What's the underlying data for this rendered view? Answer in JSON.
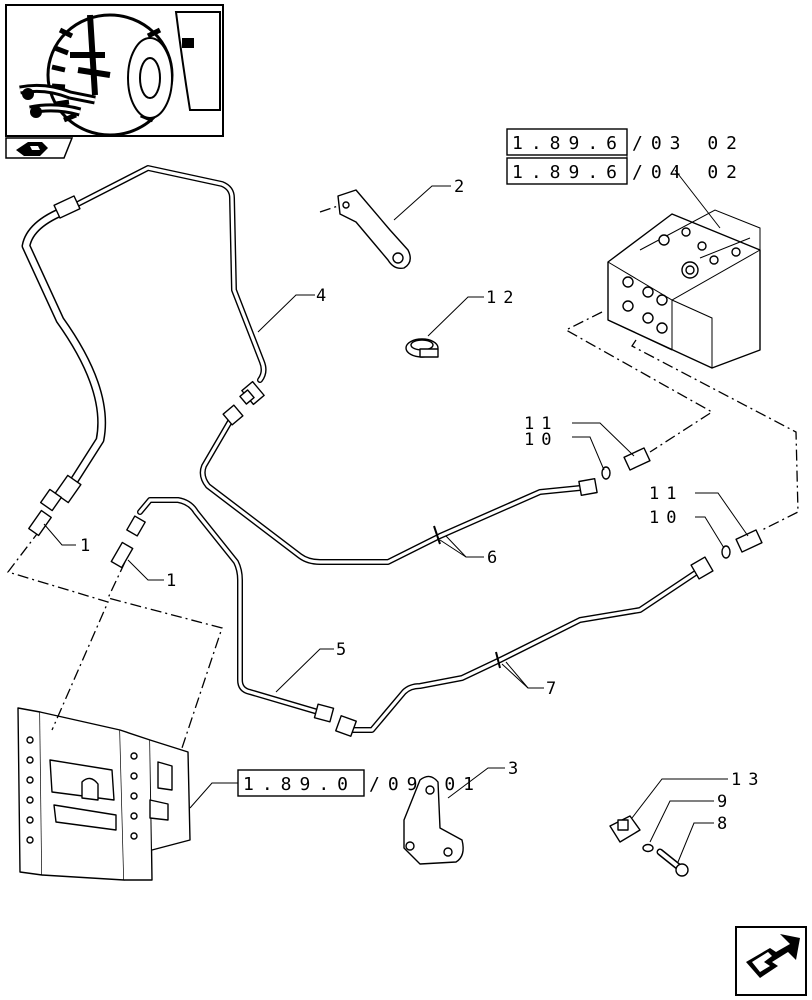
{
  "references": {
    "ref_top_1": {
      "code": "1.89.6",
      "suffix": "/03 02"
    },
    "ref_top_2": {
      "code": "1.89.6",
      "suffix": "/04 02"
    },
    "ref_bottom": {
      "code": "1.89.0",
      "suffix": "/09 01"
    }
  },
  "callouts": {
    "c1a": "1",
    "c1b": "1",
    "c2": "2",
    "c3": "3",
    "c4": "4",
    "c5": "5",
    "c6": "6",
    "c7": "7",
    "c8": "8",
    "c9": "9",
    "c10a": "10",
    "c10b": "10",
    "c11a": "11",
    "c11b": "11",
    "c12": "12",
    "c13": "13"
  },
  "icons": {
    "thumbnail": "tractor-rear-wheel-thumbnail",
    "section_badge": "hydraulic-section-icon",
    "nav": "next-page-arrow-icon"
  }
}
